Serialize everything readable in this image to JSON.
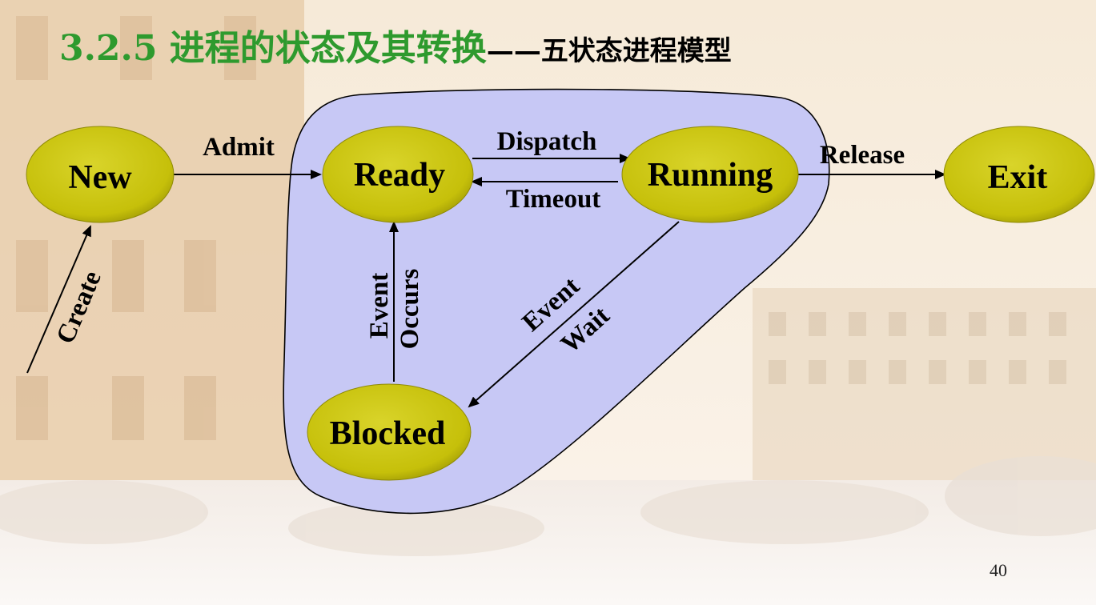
{
  "slide": {
    "title_main": "3.2.5 进程的状态及其转换",
    "title_sub": "——五状态进程模型",
    "page_number": "40"
  },
  "diagram": {
    "states": {
      "new": "New",
      "ready": "Ready",
      "running": "Running",
      "blocked": "Blocked",
      "exit": "Exit"
    },
    "transitions": {
      "create": "Create",
      "admit": "Admit",
      "dispatch": "Dispatch",
      "timeout": "Timeout",
      "release": "Release",
      "event_occurs_1": "Event",
      "event_occurs_2": "Occurs",
      "event_wait_1": "Event",
      "event_wait_2": "Wait"
    },
    "colors": {
      "state_fill": "#c9c40c",
      "region_fill": "#c7c8f5",
      "title": "#2e9a2e"
    }
  }
}
